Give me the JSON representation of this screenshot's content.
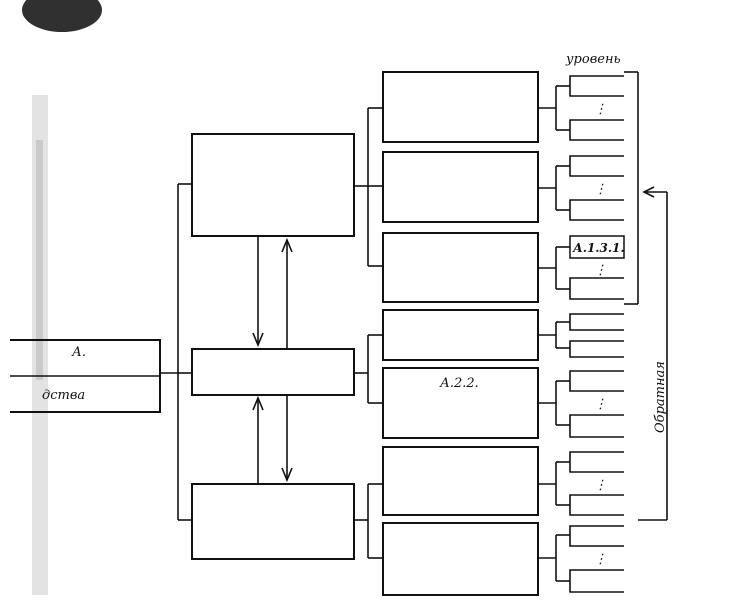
{
  "colors": {
    "ink": "#111111",
    "paper": "#ffffff"
  },
  "labels": {
    "level": "уровень",
    "left_top": "А.",
    "left_bottom": "дства",
    "box_a22": "А.2.2.",
    "box_a131": "А.1.3.1.",
    "feedback": "Обратная"
  }
}
